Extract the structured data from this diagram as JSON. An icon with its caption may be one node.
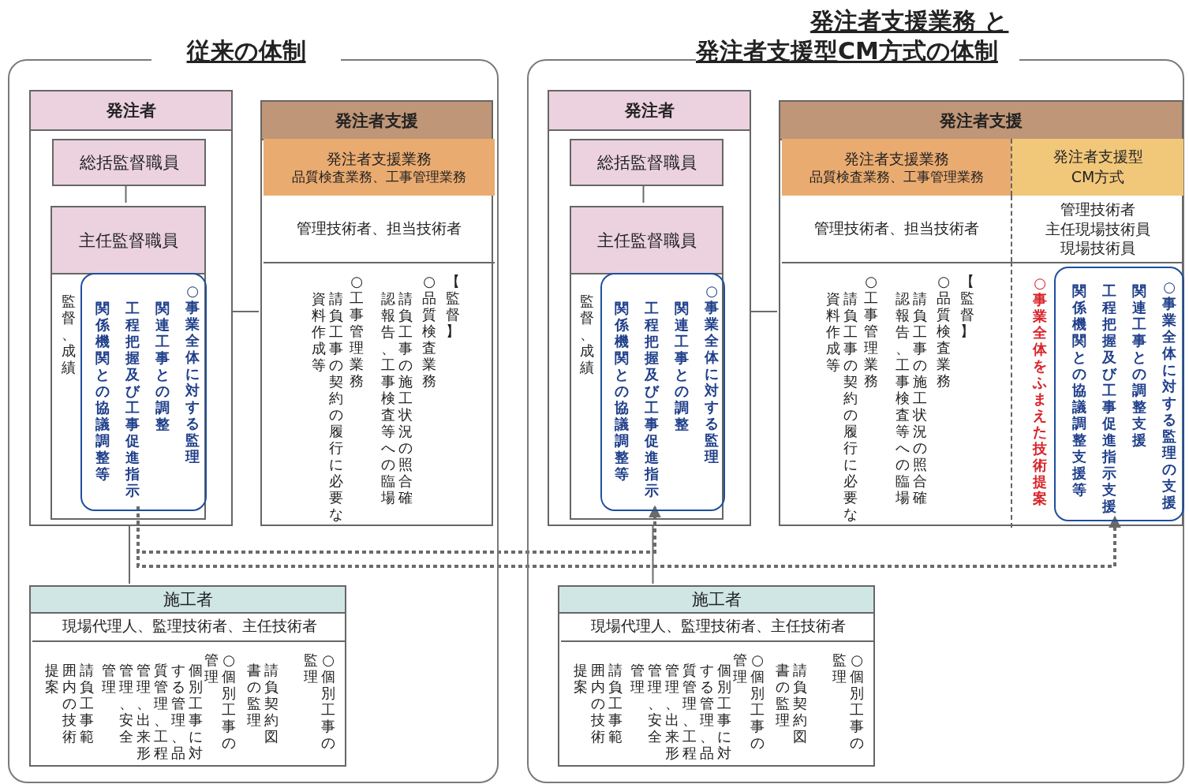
{
  "diagram": {
    "nodes": [
      {
        "text": [
          "従来の体制"
        ]
      },
      {
        "text": [
          "発注者"
        ],
        "in": 0
      },
      {
        "text": [
          "総括監督職員"
        ],
        "in": 1
      },
      {
        "text": [
          "主任監督職員",
          "監督、成績"
        ],
        "in": 1
      },
      {
        "text": [
          "○事業全体に対する監理",
          "関連工事との調整",
          "工程把握及び工事促進指示",
          "関係機関との協議調整等"
        ],
        "in": 3
      },
      {
        "text": [
          "発注者支援"
        ],
        "in": 0
      },
      {
        "text": [
          "発注者支援業務",
          "品質検査業務、工事管理業務"
        ],
        "in": 5
      },
      {
        "text": [
          "管理技術者、担当技術者"
        ],
        "in": 5
      },
      {
        "text": [
          "【監督】",
          "○品質検査業務",
          "請負工事の施工状況の照合確認報告、工事検査等への臨場",
          "○工事管理業務",
          "請負工事の契約の履行に必要な資料作成等"
        ],
        "in": 5
      },
      {
        "text": [
          "施工者"
        ],
        "in": 0
      },
      {
        "text": [
          "現場代理人、監理技術者、主任技術者"
        ],
        "in": 9
      },
      {
        "text": [
          "○個別工事の監理",
          "請負契約図書の監理",
          "○個別工事の管理",
          "個別工事に対する管理、品質管理、工程管理、出来形管理、安全管理",
          "請負工事範囲内の技術提案"
        ],
        "in": 9
      },
      {
        "text": [
          "発注者支援業務 と発注者支援型CM方式の体制"
        ]
      },
      {
        "text": [
          "発注者"
        ],
        "in": 12
      },
      {
        "text": [
          "総括監督職員"
        ],
        "in": 13
      },
      {
        "text": [
          "主任監督職員",
          "監督、成績"
        ],
        "in": 13
      },
      {
        "text": [
          "○事業全体に対する監理",
          "関連工事との調整",
          "工程把握及び工事促進指示",
          "関係機関との協議調整等"
        ],
        "in": 15
      },
      {
        "text": [
          "発注者支援"
        ],
        "in": 12
      },
      {
        "text": [
          "発注者支援業務",
          "品質検査業務、工事管理業務"
        ],
        "in": 17
      },
      {
        "text": [
          "発注者支援型CM方式"
        ],
        "in": 17
      },
      {
        "text": [
          "管理技術者、担当技術者"
        ],
        "in": 17
      },
      {
        "text": [
          "管理技術者",
          "主任現場技術員",
          "現場技術員"
        ],
        "in": 17
      },
      {
        "text": [
          "【監督】",
          "○品質検査業務",
          "請負工事の施工状況の照合確認報告、工事検査等への臨場",
          "○工事管理業務",
          "請負工事の契約の履行に必要な資料作成等"
        ],
        "in": 17
      },
      {
        "text": [
          "○事業全体をふまえた技術提案"
        ],
        "in": 17
      },
      {
        "text": [
          "○事業全体に対する監理の**支援**",
          "関連工事との調整**支援**",
          "工程把握及び工事促進指示**支援**",
          "関係機関との協議調整**支援**等"
        ],
        "in": 23
      },
      {
        "text": [
          "施工者"
        ],
        "in": 12
      },
      {
        "text": [
          "現場代理人、監理技術者、主任技術者"
        ],
        "in": 25
      },
      {
        "text": [
          "○個別工事の監理",
          "請負契約図書の監理",
          "○個別工事の管理",
          "個別工事に対する管理、品質管理、工程管理、出来形管理、安全管理",
          "請負工事範囲内の技術提案"
        ],
        "in": 25
      }
    ],
    "edges": [
      {
        "from": 2,
        "to": 3,
        "arrow": "none"
      },
      {
        "from": 1,
        "to": 5,
        "arrow": "none"
      },
      {
        "from": 1,
        "to": 9,
        "arrow": "none"
      },
      {
        "from": 14,
        "to": 15,
        "arrow": "none"
      },
      {
        "from": 13,
        "to": 17,
        "arrow": "none"
      },
      {
        "from": 13,
        "to": 25,
        "arrow": "none"
      },
      {
        "from": 4,
        "to": 16,
        "arrow": "to",
        "style": "dashed"
      },
      {
        "from": 4,
        "to": 24,
        "arrow": "to",
        "style": "dashed"
      }
    ]
  }
}
